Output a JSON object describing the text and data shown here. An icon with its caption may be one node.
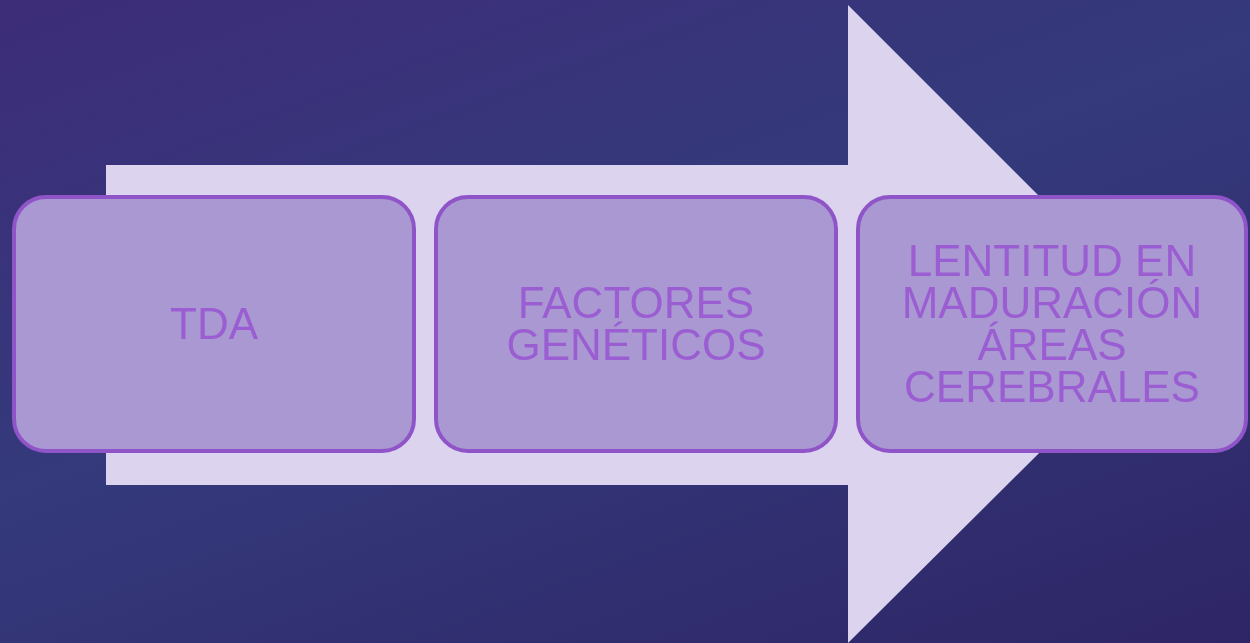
{
  "diagram": {
    "nodes": [
      {
        "text": [
          "TDA"
        ]
      },
      {
        "text": [
          "FACTORES GENÉTICOS"
        ]
      },
      {
        "text": [
          "LENTITUD EN MADURACIÓN ÁREAS CEREBRALES"
        ]
      }
    ],
    "edges": [
      {
        "from": 0,
        "to": 2,
        "arrow": "to"
      }
    ]
  }
}
